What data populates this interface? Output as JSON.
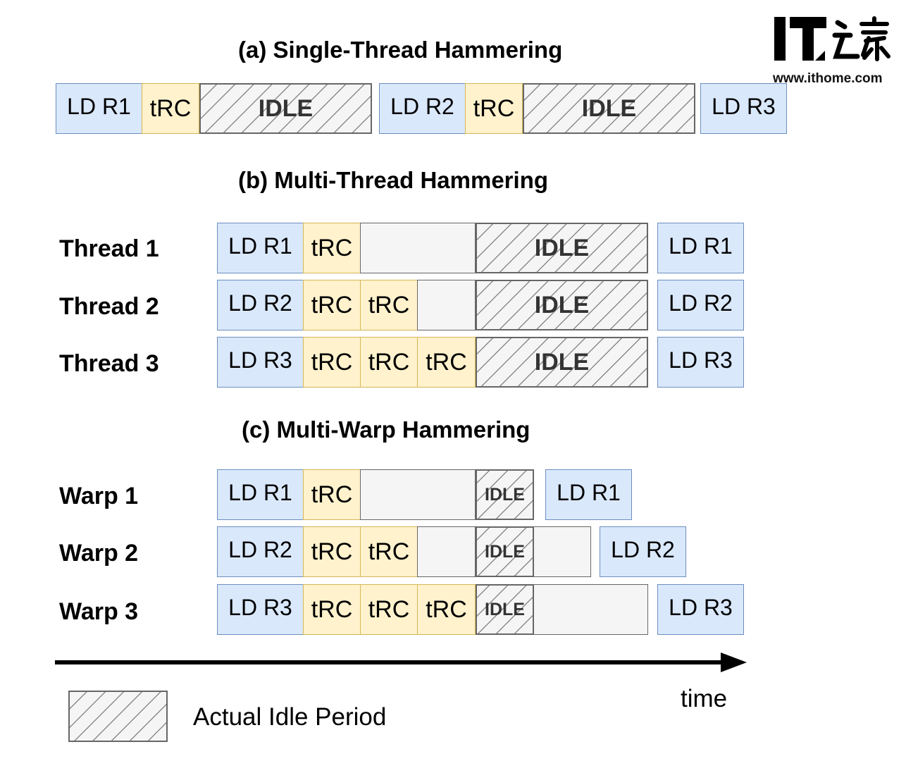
{
  "watermark": {
    "logo_text": "IT之家",
    "url": "www.ithome.com"
  },
  "sections": [
    {
      "title": "(a) Single-Thread Hammering",
      "rows": [
        {
          "label": "",
          "blocks": [
            {
              "kind": "ld",
              "text": "LD R1"
            },
            {
              "kind": "trc",
              "text": "tRC"
            },
            {
              "kind": "idle",
              "text": "IDLE"
            },
            {
              "kind": "ld",
              "text": "LD R2"
            },
            {
              "kind": "trc",
              "text": "tRC"
            },
            {
              "kind": "idle",
              "text": "IDLE"
            },
            {
              "kind": "ld",
              "text": "LD R3"
            }
          ]
        }
      ]
    },
    {
      "title": "(b) Multi-Thread Hammering",
      "rows": [
        {
          "label": "Thread 1",
          "blocks": [
            {
              "kind": "ld",
              "text": "LD R1"
            },
            {
              "kind": "trc",
              "text": "tRC"
            },
            {
              "kind": "empty",
              "text": ""
            },
            {
              "kind": "idle",
              "text": "IDLE"
            },
            {
              "kind": "ld",
              "text": "LD R1"
            }
          ]
        },
        {
          "label": "Thread 2",
          "blocks": [
            {
              "kind": "ld",
              "text": "LD R2"
            },
            {
              "kind": "trc",
              "text": "tRC"
            },
            {
              "kind": "trc",
              "text": "tRC"
            },
            {
              "kind": "empty",
              "text": ""
            },
            {
              "kind": "idle",
              "text": "IDLE"
            },
            {
              "kind": "ld",
              "text": "LD R2"
            }
          ]
        },
        {
          "label": "Thread 3",
          "blocks": [
            {
              "kind": "ld",
              "text": "LD R3"
            },
            {
              "kind": "trc",
              "text": "tRC"
            },
            {
              "kind": "trc",
              "text": "tRC"
            },
            {
              "kind": "trc",
              "text": "tRC"
            },
            {
              "kind": "idle",
              "text": "IDLE"
            },
            {
              "kind": "ld",
              "text": "LD R3"
            }
          ]
        }
      ]
    },
    {
      "title": "(c) Multi-Warp Hammering",
      "rows": [
        {
          "label": "Warp 1",
          "blocks": [
            {
              "kind": "ld",
              "text": "LD R1"
            },
            {
              "kind": "trc",
              "text": "tRC"
            },
            {
              "kind": "empty",
              "text": ""
            },
            {
              "kind": "idle",
              "text": "IDLE"
            },
            {
              "kind": "ld",
              "text": "LD R1"
            }
          ]
        },
        {
          "label": "Warp 2",
          "blocks": [
            {
              "kind": "ld",
              "text": "LD R2"
            },
            {
              "kind": "trc",
              "text": "tRC"
            },
            {
              "kind": "trc",
              "text": "tRC"
            },
            {
              "kind": "empty",
              "text": ""
            },
            {
              "kind": "idle",
              "text": "IDLE"
            },
            {
              "kind": "empty",
              "text": ""
            },
            {
              "kind": "ld",
              "text": "LD R2"
            }
          ]
        },
        {
          "label": "Warp 3",
          "blocks": [
            {
              "kind": "ld",
              "text": "LD R3"
            },
            {
              "kind": "trc",
              "text": "tRC"
            },
            {
              "kind": "trc",
              "text": "tRC"
            },
            {
              "kind": "trc",
              "text": "tRC"
            },
            {
              "kind": "idle",
              "text": "IDLE"
            },
            {
              "kind": "empty",
              "text": ""
            },
            {
              "kind": "ld",
              "text": "LD R3"
            }
          ]
        }
      ]
    }
  ],
  "axis": {
    "label": "time"
  },
  "legend": {
    "label": "Actual Idle Period"
  },
  "colors": {
    "ld_fill": "#dae8fc",
    "ld_stroke": "#6c8ebf",
    "trc_fill": "#fff2cc",
    "trc_stroke": "#d6b656",
    "idle_fill": "#f5f5f5",
    "idle_stroke": "#666666"
  }
}
